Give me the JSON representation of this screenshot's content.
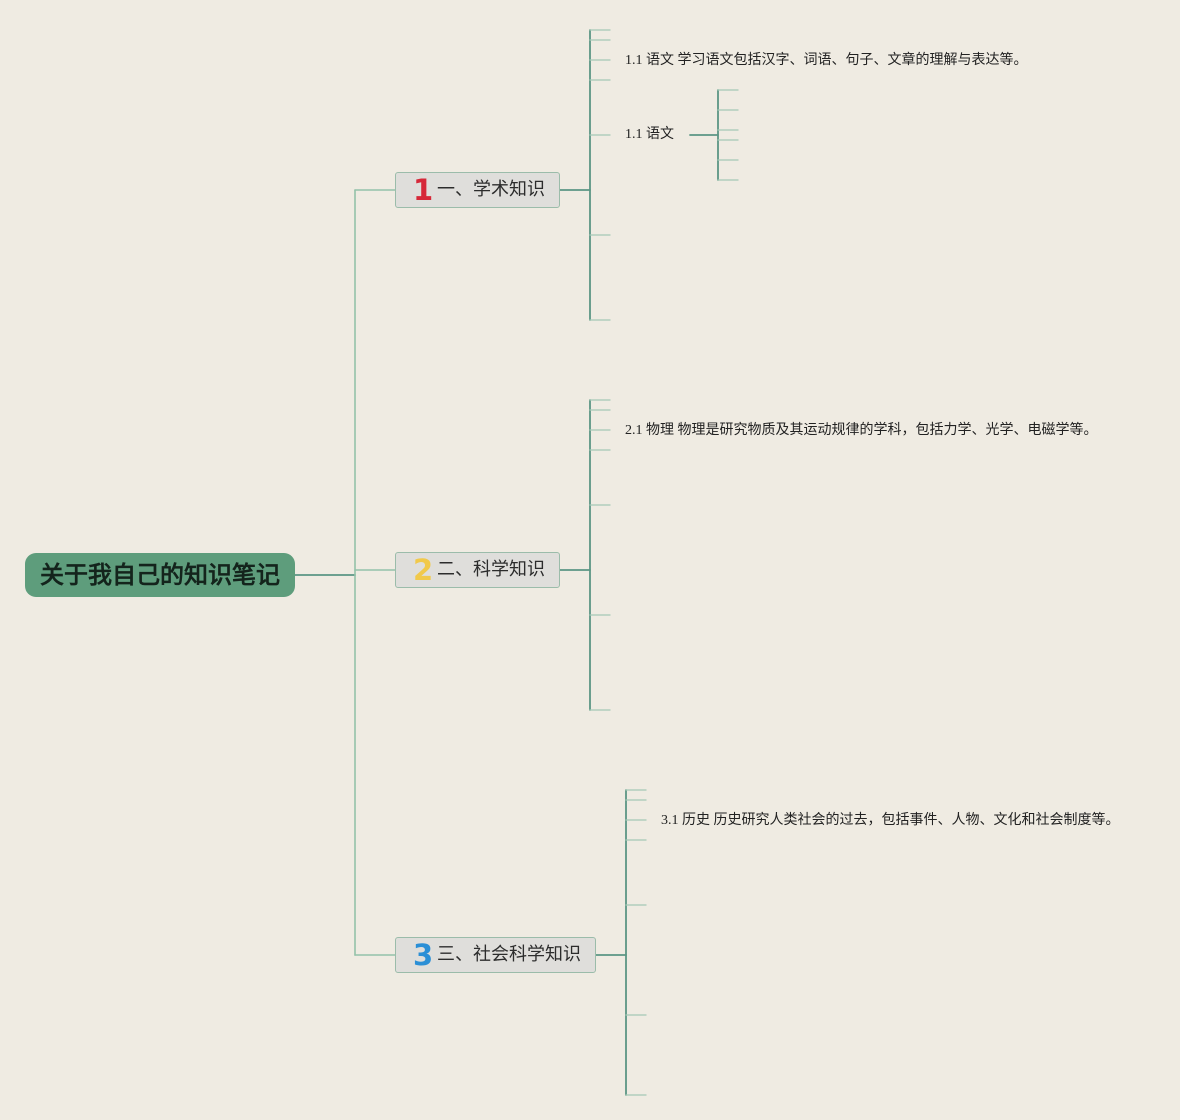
{
  "colors": {
    "background": "#efebe2",
    "root_fill": "#5e9d7c",
    "root_text": "#14241c",
    "topic_fill": "#dfdedb",
    "topic_border": "#9bbcaa",
    "topic_text": "#2c2c2c",
    "subtopic_text": "#222222",
    "main_line": "#5b9684",
    "trunk_line": "#93c2a9",
    "tick_line": "#a3c8b6"
  },
  "root": {
    "label": "关于我自己的知识笔记"
  },
  "topics": [
    {
      "number": "1",
      "number_color": "#d62839",
      "label": "一、学术知识",
      "subtopics": [
        {
          "label": "1.1 语文 学习语文包括汉字、词语、句子、文章的理解与表达等。"
        },
        {
          "label": "1.1 语文"
        }
      ]
    },
    {
      "number": "2",
      "number_color": "#f1c94b",
      "label": "二、科学知识",
      "subtopics": [
        {
          "label": "2.1 物理 物理是研究物质及其运动规律的学科，包括力学、光学、电磁学等。"
        }
      ]
    },
    {
      "number": "3",
      "number_color": "#2b8fd6",
      "label": "三、社会科学知识",
      "subtopics": [
        {
          "label": "3.1 历史 历史研究人类社会的过去，包括事件、人物、文化和社会制度等。"
        }
      ]
    }
  ]
}
